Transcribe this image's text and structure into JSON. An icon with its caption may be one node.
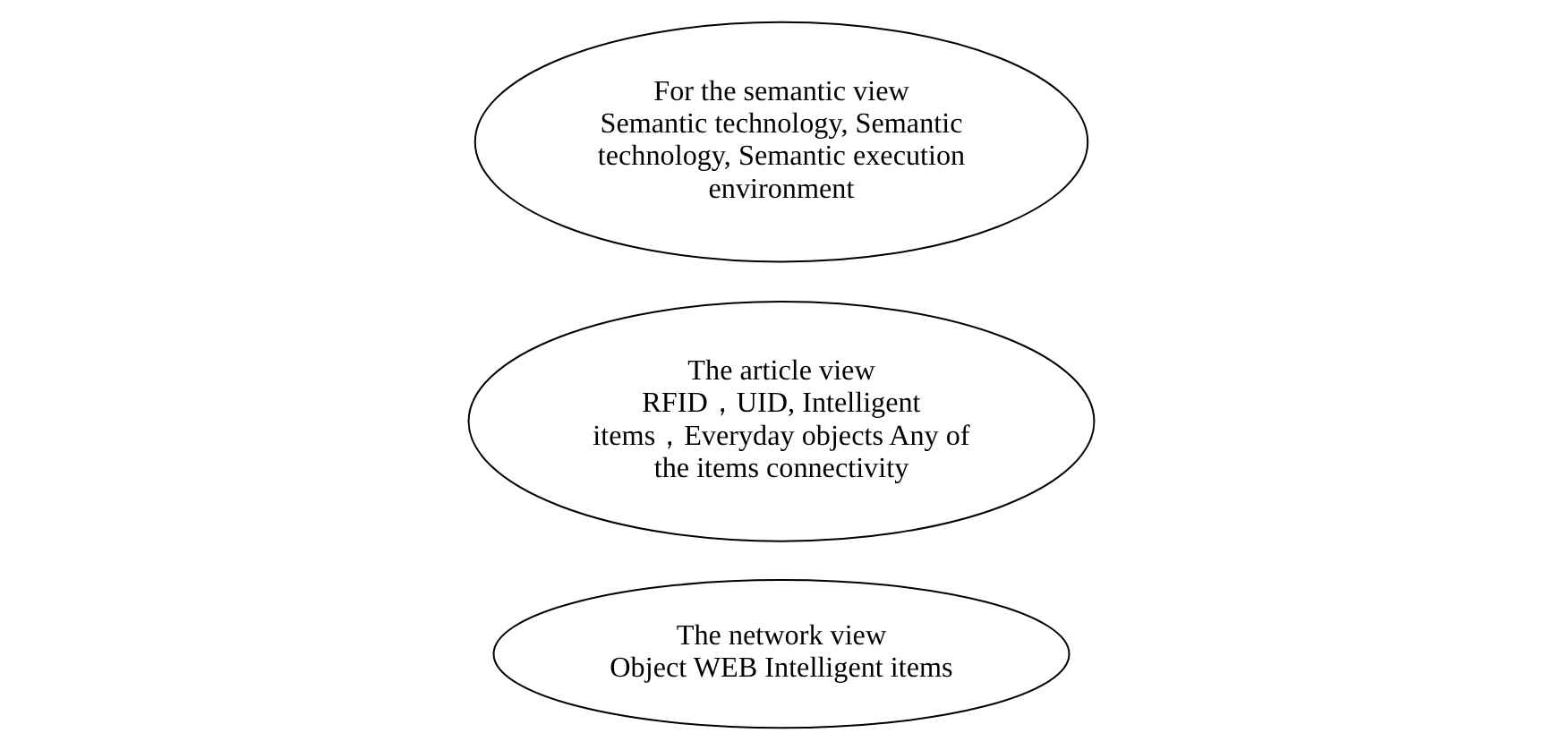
{
  "diagram": {
    "nodes": [
      {
        "text": [
          "The article view",
          "RFID，UID, Intelligent items，Everyday objects Any of the items connectivity"
        ]
      },
      {
        "text": [
          "The network view",
          "Object WEB Intelligent items"
        ]
      },
      {
        "text": [
          "For the semantic view",
          "Semantic technology, Semantic technology, Semantic execution environment"
        ]
      }
    ],
    "edges": []
  }
}
